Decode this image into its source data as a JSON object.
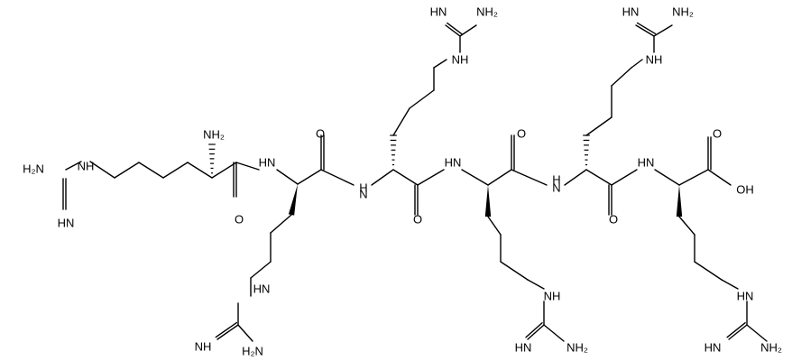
{
  "labels": {
    "h2n_top": "H₂N",
    "h2n_bottom": "H₂N",
    "nh2_bottom": "NH₂",
    "nh2_top": "NH₂",
    "nh2": "NH₂",
    "nh_imine": "NH",
    "hn_imine": "HN",
    "nh_amide": "NH",
    "hn_amide": "HN",
    "nh": "NH",
    "hn": "HN",
    "n": "N",
    "o": "O",
    "oh": "OH",
    "h": "H"
  },
  "atoms": [
    {
      "t": "NH₂"
    },
    {
      "t": "NH"
    },
    {
      "t": "H₂N"
    },
    {
      "t": "NH"
    },
    {
      "t": "N"
    },
    {
      "t": "H"
    },
    {
      "t": "O"
    },
    {
      "t": "N"
    },
    {
      "t": "H"
    },
    {
      "t": "HN"
    },
    {
      "t": "NH"
    },
    {
      "t": "H₂N"
    },
    {
      "t": "O"
    },
    {
      "t": "NH"
    },
    {
      "t": "H"
    },
    {
      "t": "N"
    },
    {
      "t": "O"
    },
    {
      "t": "H"
    },
    {
      "t": "N"
    },
    {
      "t": "HN"
    },
    {
      "t": "H₂N"
    },
    {
      "t": "NH₂"
    },
    {
      "t": "NH"
    },
    {
      "t": "HN"
    },
    {
      "t": "H₂N"
    },
    {
      "t": "O"
    },
    {
      "t": "H"
    },
    {
      "t": "N"
    },
    {
      "t": "O"
    },
    {
      "t": "HN"
    },
    {
      "t": "NH₂"
    },
    {
      "t": "NH"
    },
    {
      "t": "HN"
    },
    {
      "t": "NH₂"
    },
    {
      "t": "O"
    },
    {
      "t": "OH"
    },
    {
      "t": "H"
    }
  ],
  "colors": {
    "bond": "#000000",
    "background": "#ffffff"
  }
}
